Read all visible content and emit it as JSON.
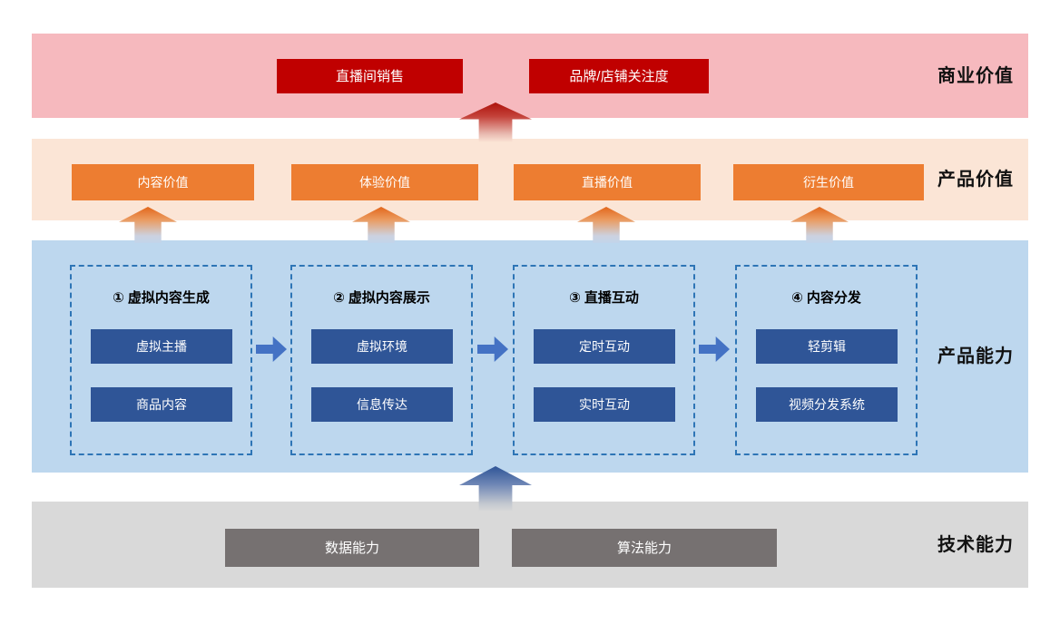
{
  "layers": {
    "business": {
      "label": "商业价值",
      "items": [
        "直播间销售",
        "品牌/店铺关注度"
      ]
    },
    "product_value": {
      "label": "产品价值",
      "items": [
        "内容价值",
        "体验价值",
        "直播价值",
        "衍生价值"
      ]
    },
    "capability": {
      "label": "产品能力",
      "groups": [
        {
          "title": "① 虚拟内容生成",
          "items": [
            "虚拟主播",
            "商品内容"
          ]
        },
        {
          "title": "② 虚拟内容展示",
          "items": [
            "虚拟环境",
            "信息传达"
          ]
        },
        {
          "title": "③ 直播互动",
          "items": [
            "定时互动",
            "实时互动"
          ]
        },
        {
          "title": "④ 内容分发",
          "items": [
            "轻剪辑",
            "视频分发系统"
          ]
        }
      ]
    },
    "tech": {
      "label": "技术能力",
      "items": [
        "数据能力",
        "算法能力"
      ]
    }
  },
  "icons": {
    "up_arrow": "block up-arrow (gradient)",
    "right_arrow": "block right-arrow"
  },
  "colors": {
    "business_band": "#F6B9BE",
    "business_node": "#C00000",
    "product_value_band": "#FBE5D6",
    "product_value_node": "#ED7D31",
    "capability_band": "#BDD7EE",
    "capability_node": "#2F5597",
    "capability_box_border": "#2E75B6",
    "flow_arrow": "#4472C4",
    "tech_band": "#D9D9D9",
    "tech_node": "#767171"
  }
}
